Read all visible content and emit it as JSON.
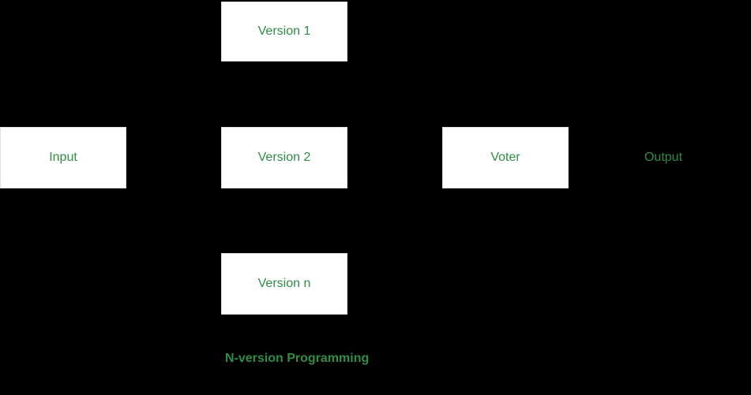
{
  "diagram": {
    "title": "N-version Programming",
    "nodes": {
      "version1": {
        "label": "Version 1"
      },
      "input": {
        "label": "Input"
      },
      "version2": {
        "label": "Version 2"
      },
      "voter": {
        "label": "Voter"
      },
      "versionn": {
        "label": "Version n"
      }
    },
    "labels": {
      "output": "Output"
    },
    "colors": {
      "background": "#000000",
      "box_fill": "#ffffff",
      "text_green": "#2f8d46"
    }
  }
}
